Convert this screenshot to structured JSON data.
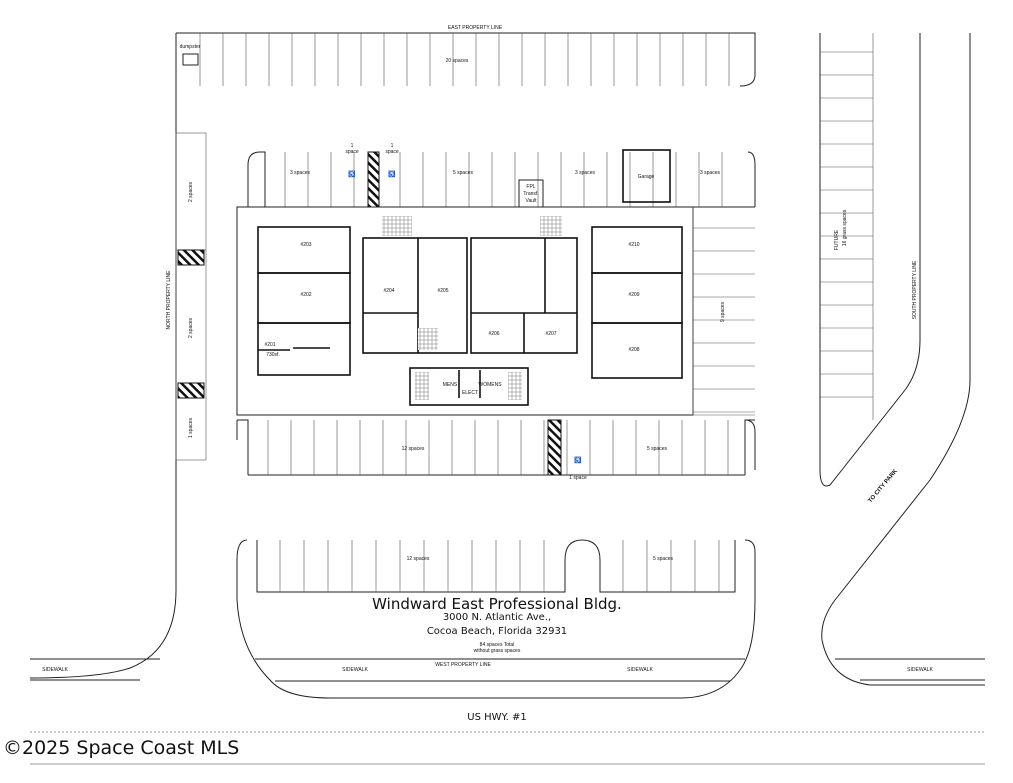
{
  "labels": {
    "east_property_line": "EAST PROPERTY LINE",
    "west_property_line": "WEST PROPERTY LINE",
    "north_property_line": "NORTH PROPERTY LINE",
    "south_property_line": "SOUTH PROPERTY LINE",
    "dumpster": "dumpster",
    "to_city_park": "TO CITY PARK",
    "future_grass_1": "FUTURE",
    "future_grass_2": "16 grass spaces",
    "highway": "US HWY. #1",
    "sidewalk": "SIDEWALK"
  },
  "parking": {
    "top_row": "20 spaces",
    "second_row_left": "3 spaces",
    "accessible_1": "1",
    "accessible_1b": "space",
    "accessible_2": "1",
    "accessible_2b": "space",
    "second_row_mid": "5 spaces",
    "second_row_right": "3 spaces",
    "second_row_far": "3 spaces",
    "garage": "Garage",
    "fpl_1": "FPL",
    "fpl_2": "Transf.",
    "fpl_3": "Vault",
    "left_strip_1": "2 spaces",
    "left_strip_2": "2 spaces",
    "left_strip_3": "1 spaces",
    "right_side": "9 spaces",
    "lower_row_left": "12 spaces",
    "lower_row_right": "5 spaces",
    "lower_accessible": "1 space",
    "bottom_left": "12 spaces",
    "bottom_right": "5 spaces"
  },
  "units": {
    "u203": "#203",
    "u202": "#202",
    "u201": "#201",
    "u201_area": "730sf.",
    "u204": "#204",
    "u205": "#205",
    "u206": "#206",
    "u207": "#207",
    "u210": "#210",
    "u209": "#209",
    "u208": "#208",
    "mens": "MENS",
    "womens": "WOMENS",
    "elect": "ELECT"
  },
  "title_block": {
    "name": "Windward East Professional Bldg.",
    "address_1": "3000 N. Atlantic Ave.,",
    "address_2": "Cocoa Beach, Florida 32931",
    "total_1": "84 spaces Total",
    "total_2": "without grass spaces"
  },
  "copyright": "©2025 Space Coast MLS"
}
